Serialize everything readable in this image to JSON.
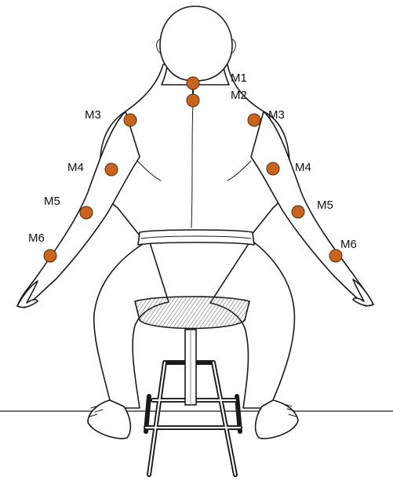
{
  "colors": {
    "marker": "#c8641e",
    "marker_stroke": "#5a2c0c",
    "line": "#1a1a1a"
  },
  "labels": {
    "m1": "M1",
    "m2": "M2",
    "m3_left": "M3",
    "m3_right": "M3",
    "m4_left": "M4",
    "m4_right": "M4",
    "m5_left": "M5",
    "m5_right": "M5",
    "m6_left": "M6",
    "m6_right": "M6"
  }
}
